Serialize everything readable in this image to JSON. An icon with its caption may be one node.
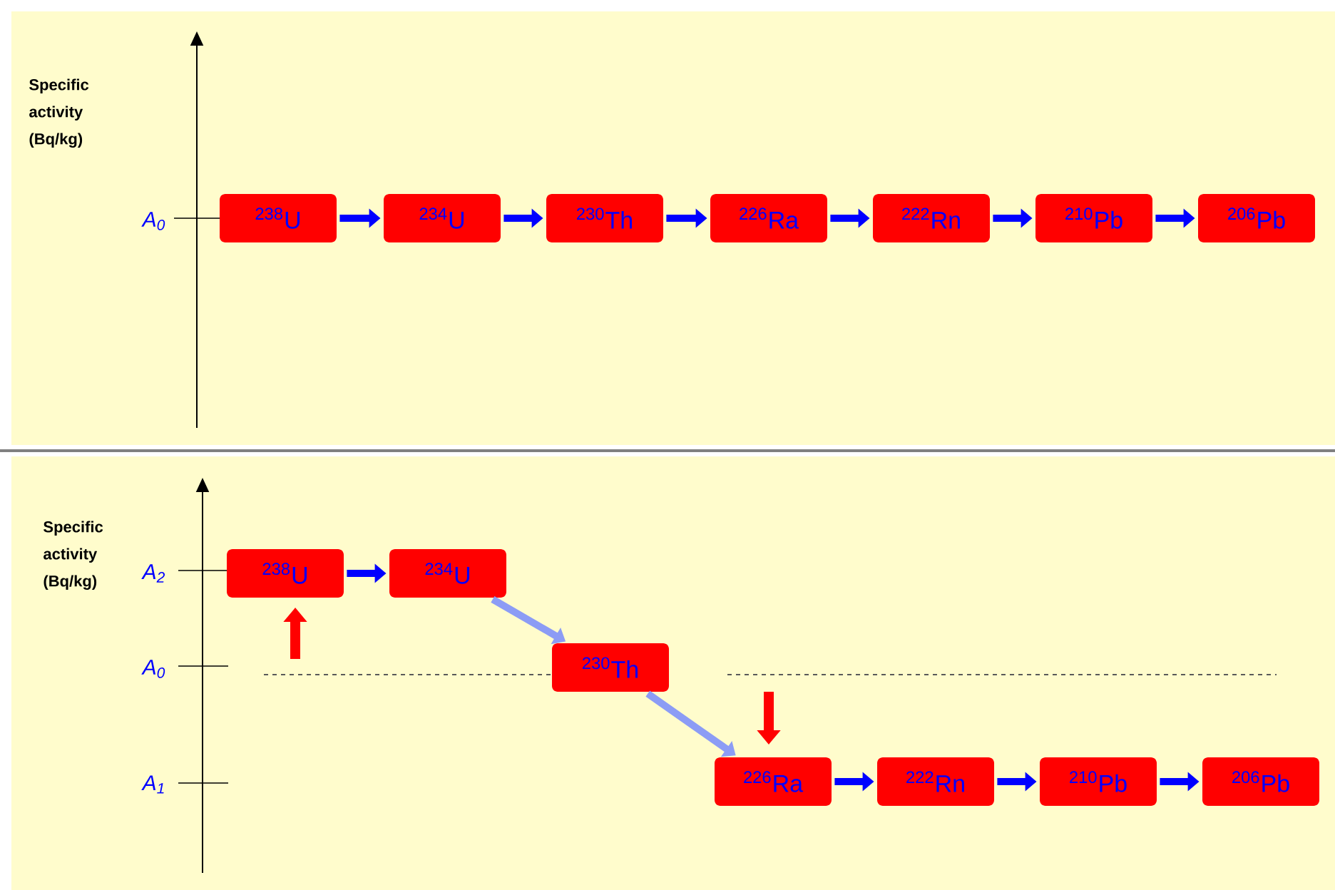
{
  "diagram": {
    "nodes": [
      {
        "text": [
          "$^{238}$U"
        ]
      },
      {
        "text": [
          "$^{234}$U"
        ]
      },
      {
        "text": [
          "$^{230}$Th"
        ]
      },
      {
        "text": [
          "$^{226}$Ra"
        ]
      },
      {
        "text": [
          "$^{222}$Rn"
        ]
      },
      {
        "text": [
          "$^{210}$Pb"
        ]
      },
      {
        "text": [
          "$^{206}$Pb"
        ]
      },
      {
        "text": [
          "$^{238}$U"
        ]
      },
      {
        "text": [
          "$^{234}$U"
        ]
      },
      {
        "text": [
          "$^{230}$Th"
        ]
      },
      {
        "text": [
          "$^{226}$Ra"
        ]
      },
      {
        "text": [
          "$^{222}$Rn"
        ]
      },
      {
        "text": [
          "$^{210}$Pb"
        ]
      },
      {
        "text": [
          "$^{206}$Pb"
        ]
      }
    ],
    "edges": [
      {
        "from": 0,
        "to": 1,
        "arrow": "to"
      },
      {
        "from": 1,
        "to": 2,
        "arrow": "to"
      },
      {
        "from": 2,
        "to": 3,
        "arrow": "to"
      },
      {
        "from": 3,
        "to": 4,
        "arrow": "to"
      },
      {
        "from": 4,
        "to": 5,
        "arrow": "to"
      },
      {
        "from": 5,
        "to": 6,
        "arrow": "to"
      },
      {
        "from": 7,
        "to": 8,
        "arrow": "to"
      },
      {
        "from": 8,
        "to": 9,
        "arrow": "to",
        "color": "#8c9cf5"
      },
      {
        "from": 9,
        "to": 10,
        "arrow": "to",
        "color": "#8c9cf5"
      },
      {
        "from": 10,
        "to": 11,
        "arrow": "to"
      },
      {
        "from": 11,
        "to": 12,
        "arrow": "to"
      },
      {
        "from": 12,
        "to": 13,
        "arrow": "to"
      }
    ],
    "labels": [
      "Specific activity (Bq/kg)",
      "A$_{0}$",
      "Specific activity (Bq/kg)",
      "A$_{2}$",
      "A$_{0}$",
      "A$_{1}$"
    ]
  }
}
